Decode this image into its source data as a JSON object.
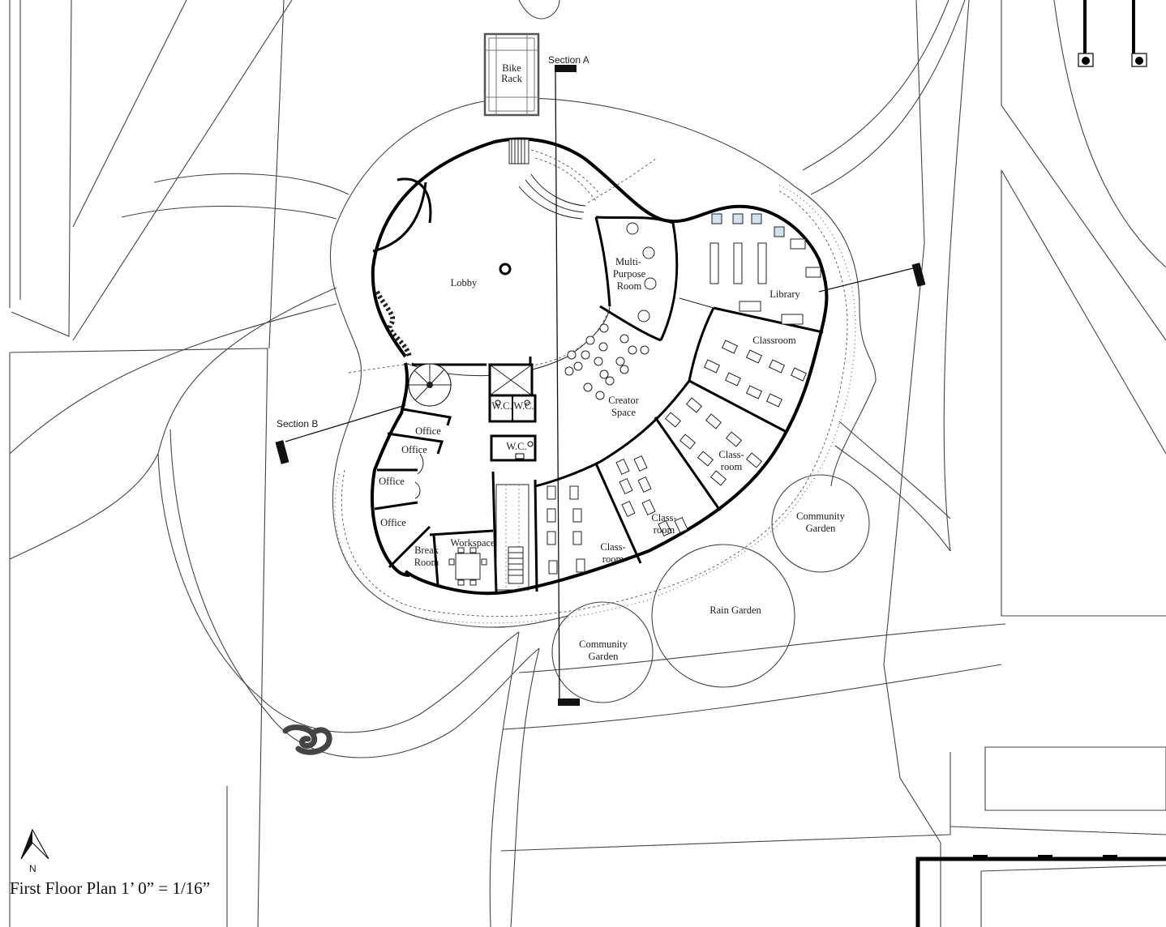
{
  "caption": "First Floor Plan 1’ 0” = 1/16”",
  "north_label": "N",
  "sections": {
    "a": "Section A",
    "b": "Section B"
  },
  "features": {
    "bike_rack_line1": "Bike",
    "bike_rack_line2": "Rack",
    "community_garden_1_line1": "Community",
    "community_garden_1_line2": "Garden",
    "community_garden_2_line1": "Community",
    "community_garden_2_line2": "Garden",
    "rain_garden": "Rain Garden"
  },
  "rooms": {
    "lobby": "Lobby",
    "multipurpose_line1": "Multi-",
    "multipurpose_line2": "Purpose",
    "multipurpose_line3": "Room",
    "library": "Library",
    "classroom_main": "Classroom",
    "classroom_2_line1": "Class-",
    "classroom_2_line2": "room",
    "classroom_3_line1": "Class-",
    "classroom_3_line2": "room",
    "classroom_4_line1": "Class-",
    "classroom_4_line2": "room",
    "creator_line1": "Creator",
    "creator_line2": "Space",
    "wc_1": "W.C.",
    "wc_2": "W.C.",
    "wc_3": "W.C.",
    "office_1": "Office",
    "office_2": "Office",
    "office_3": "Office",
    "office_4": "Office",
    "break_line1": "Break",
    "break_line2": "Room",
    "workspace": "Workspace"
  }
}
